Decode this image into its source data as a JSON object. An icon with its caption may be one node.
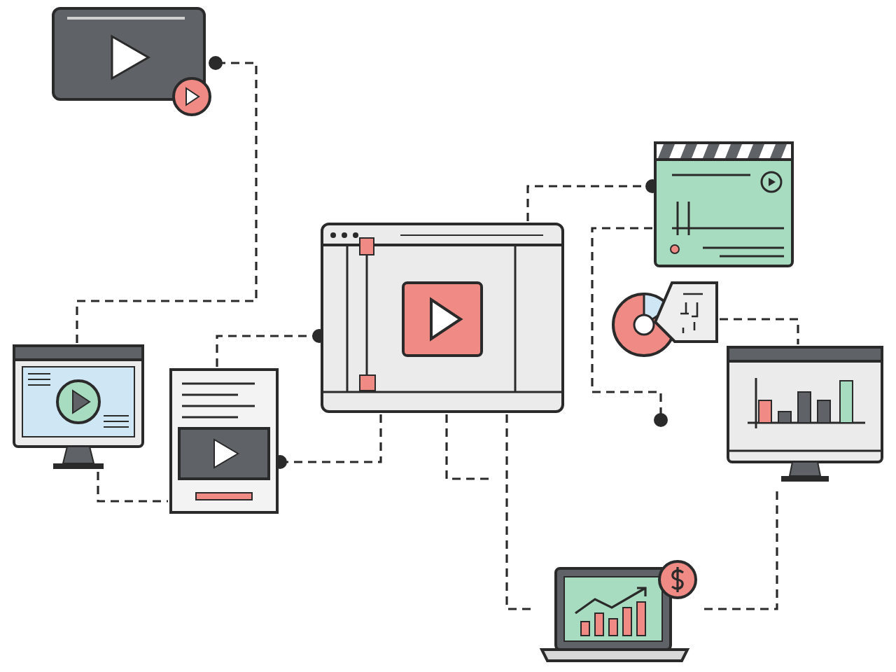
{
  "diagram": {
    "nodes": [
      {
        "text": [],
        "shape": "picture"
      },
      {
        "text": [],
        "shape": "picture"
      },
      {
        "text": [],
        "shape": "picture"
      },
      {
        "text": [],
        "shape": "picture"
      },
      {
        "text": [],
        "shape": "picture"
      },
      {
        "text": [],
        "shape": "picture"
      },
      {
        "text": [],
        "shape": "picture"
      },
      {
        "text": [],
        "shape": "picture"
      }
    ],
    "edges": [
      {
        "from": 1,
        "to": 0,
        "arrow": "other",
        "style": "dashed"
      },
      {
        "from": 1,
        "to": 2,
        "arrow": "none",
        "style": "dashed"
      },
      {
        "from": 2,
        "to": 3,
        "arrow": "other",
        "style": "dashed"
      },
      {
        "from": 3,
        "to": 2,
        "arrow": "other",
        "style": "dashed"
      },
      {
        "from": 3,
        "to": 4,
        "arrow": "other",
        "style": "dashed"
      },
      {
        "from": 4,
        "to": null,
        "arrow": "other",
        "style": "dashed"
      },
      {
        "from": 5,
        "to": 6,
        "arrow": "none",
        "style": "dashed"
      },
      {
        "from": 3,
        "to": null,
        "arrow": "none",
        "style": "dashed"
      },
      {
        "from": 3,
        "to": 7,
        "arrow": "none",
        "style": "dashed"
      },
      {
        "from": 7,
        "to": 6,
        "arrow": "none",
        "style": "dashed"
      }
    ]
  }
}
